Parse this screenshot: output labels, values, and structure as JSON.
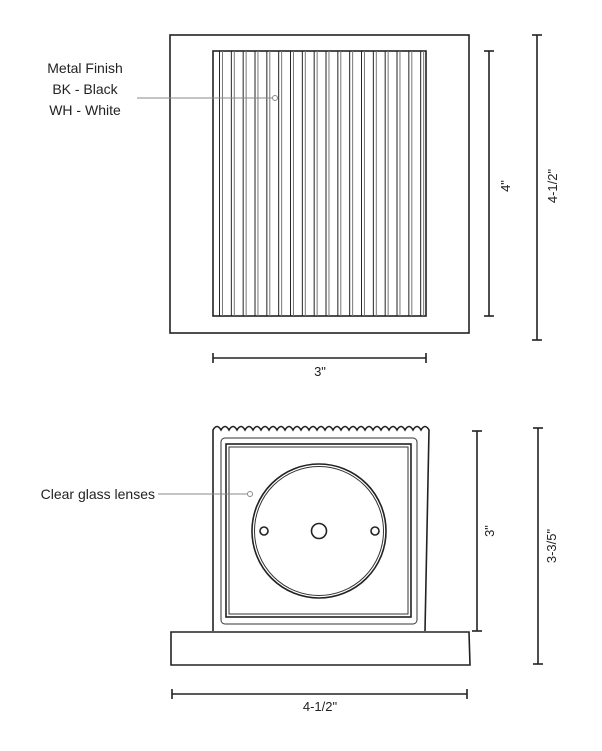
{
  "top_view": {
    "callout": {
      "title": "Metal Finish",
      "option_1": "BK - Black",
      "option_2": "WH - White"
    },
    "dimensions": {
      "inner_height": "4\"",
      "outer_height": "4-1/2\"",
      "inner_width": "3\""
    }
  },
  "front_view": {
    "callout": {
      "label": "Clear glass lenses"
    },
    "dimensions": {
      "body_height": "3\"",
      "overall_height": "3-3/5\"",
      "base_width": "4-1/2\""
    }
  },
  "colors": {
    "line": "#222222",
    "leader": "#888888"
  }
}
